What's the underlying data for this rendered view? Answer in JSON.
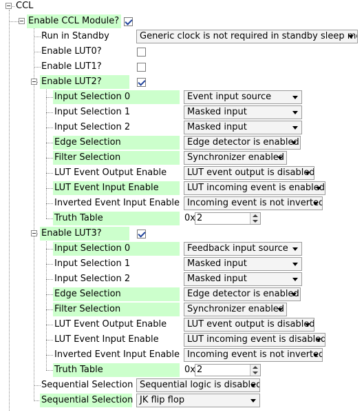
{
  "root": {
    "label": "CCL"
  },
  "enable_ccl": {
    "label": "Enable CCL Module?",
    "checked": true
  },
  "run_in_standby": {
    "label": "Run in Standby",
    "value": "Generic clock is not required in standby sleep mode"
  },
  "enable_lut0": {
    "label": "Enable LUT0?",
    "checked": false
  },
  "enable_lut1": {
    "label": "Enable LUT1?",
    "checked": false
  },
  "lut2": {
    "label": "Enable LUT2?",
    "checked": true,
    "rows": [
      {
        "label": "Input Selection 0",
        "value": "Event input source"
      },
      {
        "label": "Input Selection 1",
        "value": "Masked input"
      },
      {
        "label": "Input Selection 2",
        "value": "Masked input"
      },
      {
        "label": "Edge Selection",
        "value": "Edge detector is enabled"
      },
      {
        "label": "Filter Selection",
        "value": "Synchronizer enabled"
      },
      {
        "label": "LUT Event Output Enable",
        "value": "LUT event output is disabled"
      },
      {
        "label": "LUT Event Input Enable",
        "value": "LUT incoming event is enabled"
      },
      {
        "label": "Inverted Event Input Enable",
        "value": "Incoming event is not inverted"
      }
    ],
    "truth_table": {
      "label": "Truth Table",
      "prefix": "0x",
      "value": "2"
    }
  },
  "lut3": {
    "label": "Enable LUT3?",
    "checked": true,
    "rows": [
      {
        "label": "Input Selection 0",
        "value": "Feedback input source"
      },
      {
        "label": "Input Selection 1",
        "value": "Masked input"
      },
      {
        "label": "Input Selection 2",
        "value": "Masked input"
      },
      {
        "label": "Edge Selection",
        "value": "Edge detector is enabled"
      },
      {
        "label": "Filter Selection",
        "value": "Synchronizer enabled"
      },
      {
        "label": "LUT Event Output Enable",
        "value": "LUT event output is disabled"
      },
      {
        "label": "LUT Event Input Enable",
        "value": "LUT incoming event is disabled"
      },
      {
        "label": "Inverted Event Input Enable",
        "value": "Incoming event is not inverted"
      }
    ],
    "truth_table": {
      "label": "Truth Table",
      "prefix": "0x",
      "value": "2"
    }
  },
  "sequential_1": {
    "label": "Sequential Selection",
    "value": "Sequential logic is disabled"
  },
  "sequential_2": {
    "label": "Sequential Selection",
    "value": "JK flip flop"
  },
  "colors": {
    "highlight": "#ccffcc",
    "check": "#21439b"
  }
}
